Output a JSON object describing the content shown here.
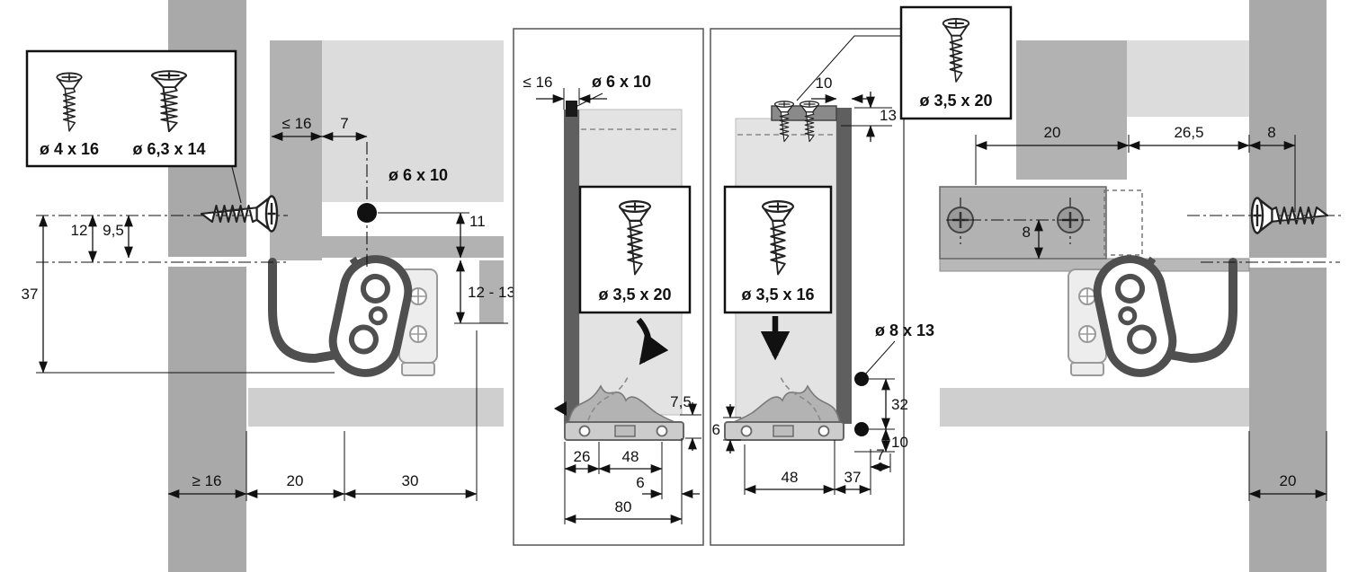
{
  "figure": {
    "description": "Drawer runner installation cross-sections with mounting dimensions",
    "colors": {
      "panel_gray": "#a9a9a9",
      "mid_gray": "#b2b2b2",
      "light_gray": "#dcdcdc",
      "interior_gray": "#e3e3e3",
      "band_gray": "#cfcfcf",
      "dark_bar": "#5f5f5f",
      "profile": "#4f4f4f",
      "line": "#111111"
    }
  },
  "cabinet_left": {
    "screw_box": {
      "screw_small": "ø 4 x 16",
      "screw_large": "ø 6,3 x 14"
    },
    "dims": {
      "top_max": "≤ 16",
      "top_offset": "7",
      "hole": "ø 6 x 10",
      "h11": "11",
      "h12": "12",
      "h95": "9,5",
      "h37": "37",
      "h1213": "12 - 13",
      "bottom_min": "≥ 16",
      "bottom_20": "20",
      "bottom_30": "30"
    }
  },
  "drawer_front_view": {
    "screw_box": {
      "label": "ø 3,5 x 20"
    },
    "dims": {
      "side_max": "≤ 16",
      "hole": "ø 6 x 10",
      "gap": "7,5",
      "b26": "26",
      "b48": "48",
      "b6": "6",
      "b80": "80"
    }
  },
  "drawer_rear_view": {
    "screw_box_top": {
      "label": "ø 3,5 x 20"
    },
    "screw_box": {
      "label": "ø 3,5 x 16"
    },
    "dims": {
      "t10": "10",
      "t13": "13",
      "pin": "ø 8 x 13",
      "h32": "32",
      "h10": "10",
      "h6": "6",
      "b48": "48",
      "b37": "37",
      "b7": "7"
    }
  },
  "cabinet_right": {
    "dims": {
      "top_20": "20",
      "top_265": "26,5",
      "top_8": "8",
      "mid_8": "8",
      "bottom_20": "20"
    }
  }
}
